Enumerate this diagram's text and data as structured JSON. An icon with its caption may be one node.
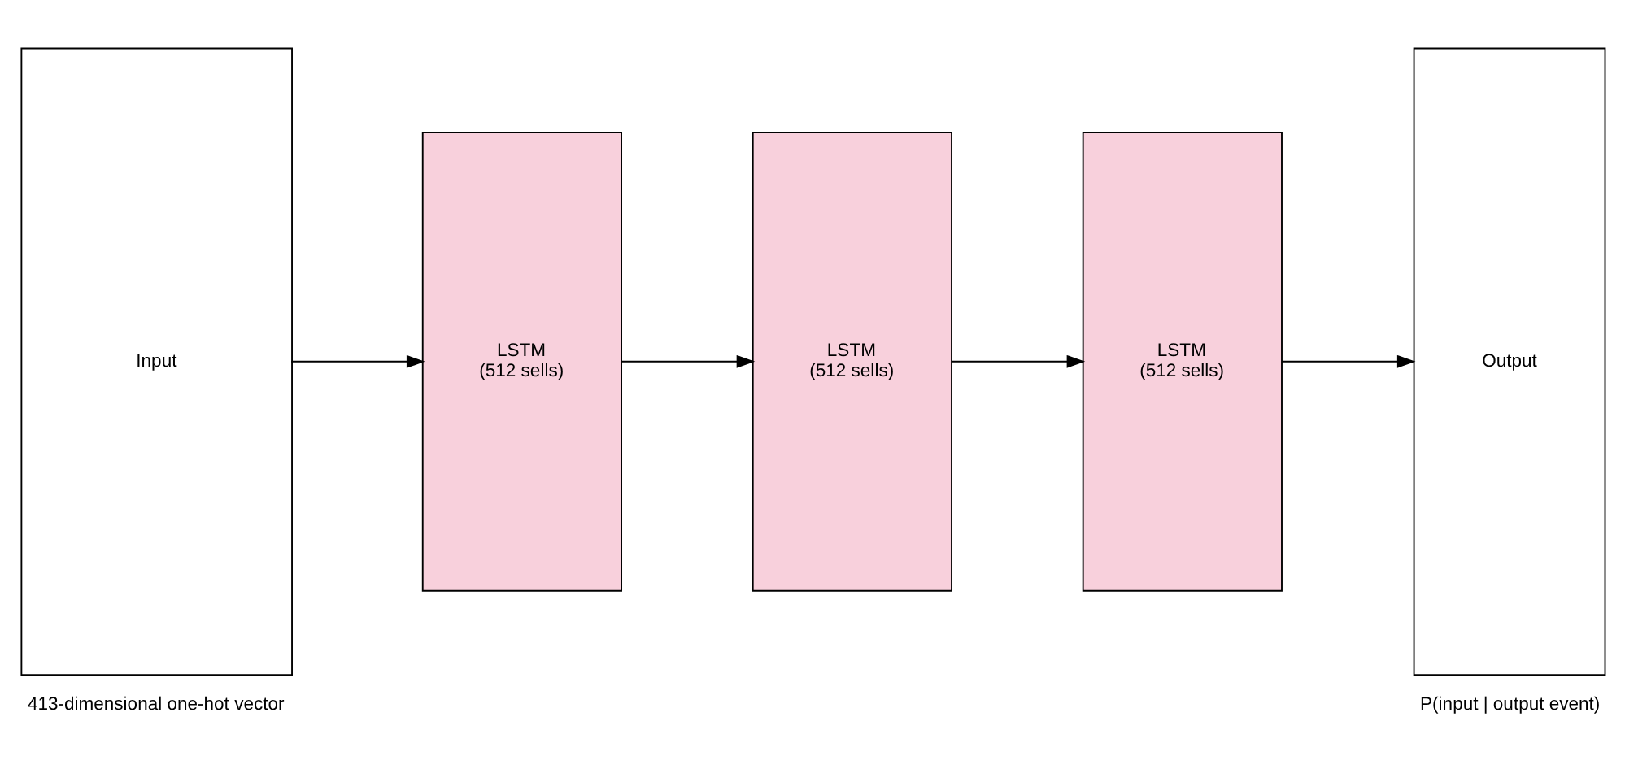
{
  "diagram": {
    "nodes": [
      {
        "text": [
          "Input"
        ],
        "beside": [
          "413-dimensional one-hot vector"
        ]
      },
      {
        "text": [
          "LSTM",
          "(512 sells)"
        ]
      },
      {
        "text": [
          "LSTM",
          "(512 sells)"
        ]
      },
      {
        "text": [
          "LSTM",
          "(512 sells)"
        ]
      },
      {
        "text": [
          "Output"
        ],
        "beside": [
          "P(input | output event)"
        ]
      }
    ],
    "edges": [
      {
        "from": 0,
        "to": 1,
        "arrow": "to"
      },
      {
        "from": 1,
        "to": 2,
        "arrow": "to"
      },
      {
        "from": 2,
        "to": 3,
        "arrow": "to"
      },
      {
        "from": 3,
        "to": 4,
        "arrow": "to"
      }
    ]
  }
}
